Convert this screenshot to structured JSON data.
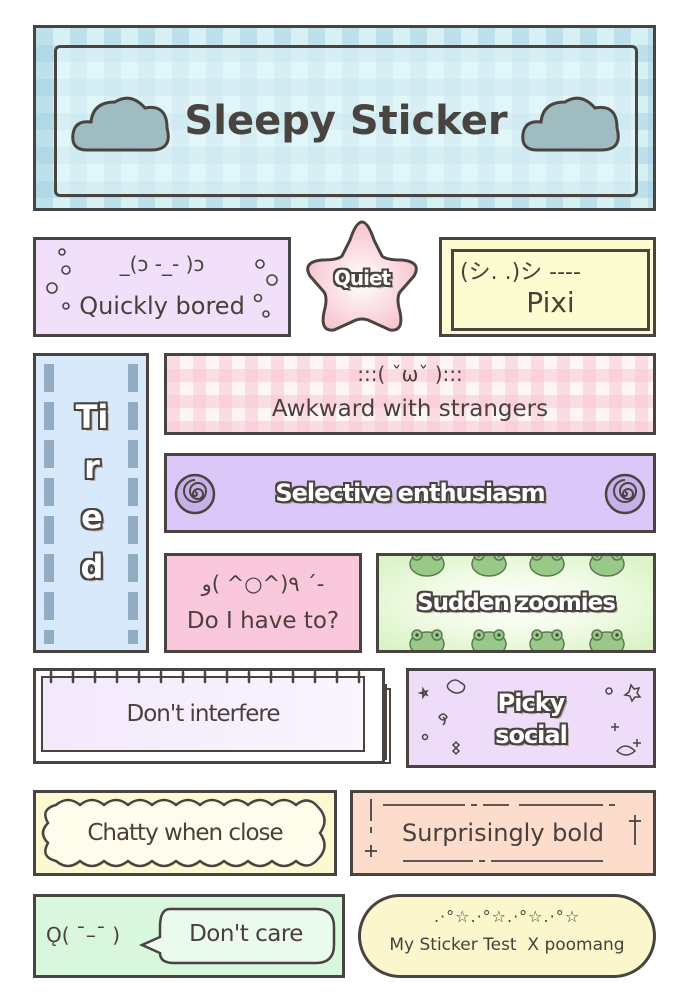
{
  "title": {
    "text": "Sleepy Sticker"
  },
  "stickers": {
    "bored": {
      "kaomoji": "_(ɔ   -_-   )ɔ",
      "label": "Quickly bored"
    },
    "quiet": {
      "label": "Quiet"
    },
    "pixi": {
      "kaomoji": "(シ. .)シ ----",
      "label": "Pixi"
    },
    "tired": {
      "label": "Tired"
    },
    "awkward": {
      "kaomoji": ":::( ˇωˇ ):::",
      "label": "Awkward with strangers"
    },
    "selective": {
      "label": "Selective enthusiasm"
    },
    "doi": {
      "kaomoji": "٩(^○^ )و ´-",
      "label": "Do I have to?"
    },
    "zoomies": {
      "label": "Sudden zoomies"
    },
    "interfere": {
      "label": "Don't interfere"
    },
    "picky": {
      "line1": "Picky",
      "line2": "social"
    },
    "chatty": {
      "label": "Chatty when close"
    },
    "surprise": {
      "label": "Surprisingly bold"
    },
    "dontcare": {
      "kaomoji": "Ǫ( ¯–¯ )",
      "label": "Don't care"
    },
    "mysticker": {
      "stars": ".·°☆.·°☆.·°☆.·°☆",
      "label": "My Sticker Test  X poomang"
    }
  },
  "colors": {
    "outline": "#4a4441",
    "title_bg": "#d6f1f4",
    "cloud": "#9fbcc0",
    "lavender": "#f2dff9",
    "pink_star": "#fbd0d8",
    "yellow": "#fdfbd0",
    "blue": "#d7e9fb",
    "purple": "#dcc8f8",
    "pink": "#fac8dd",
    "green": "#d7f2c1",
    "peach": "#fcdcca",
    "mint": "#d8f7dd"
  },
  "icons": [
    "cloud-icon",
    "star-shape",
    "spiral-icon",
    "frog-icon",
    "flower-icon",
    "butterfly-icon"
  ]
}
